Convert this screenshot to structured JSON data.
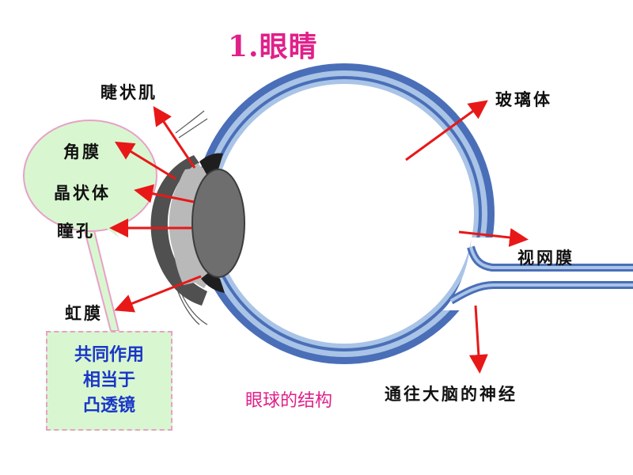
{
  "title": "1.眼睛",
  "labels": {
    "ciliary_muscle": "睫状肌",
    "cornea": "角膜",
    "lens": "晶状体",
    "pupil": "瞳孔",
    "iris": "虹膜",
    "vitreous": "玻璃体",
    "retina": "视网膜",
    "optic_nerve": "通往大脑的神经"
  },
  "note": {
    "lines": [
      "共同作用",
      "相当于",
      "凸透镜"
    ]
  },
  "caption": "眼球的结构",
  "colors": {
    "title": "#e0208a",
    "arrow": "#e81818",
    "sclera_outer": "#4a6fb8",
    "choroid": "#a9c4e6",
    "bubble_fill": "#d8f7d0",
    "bubble_border": "#e8a0c8",
    "note_text": "#1a36c8"
  }
}
